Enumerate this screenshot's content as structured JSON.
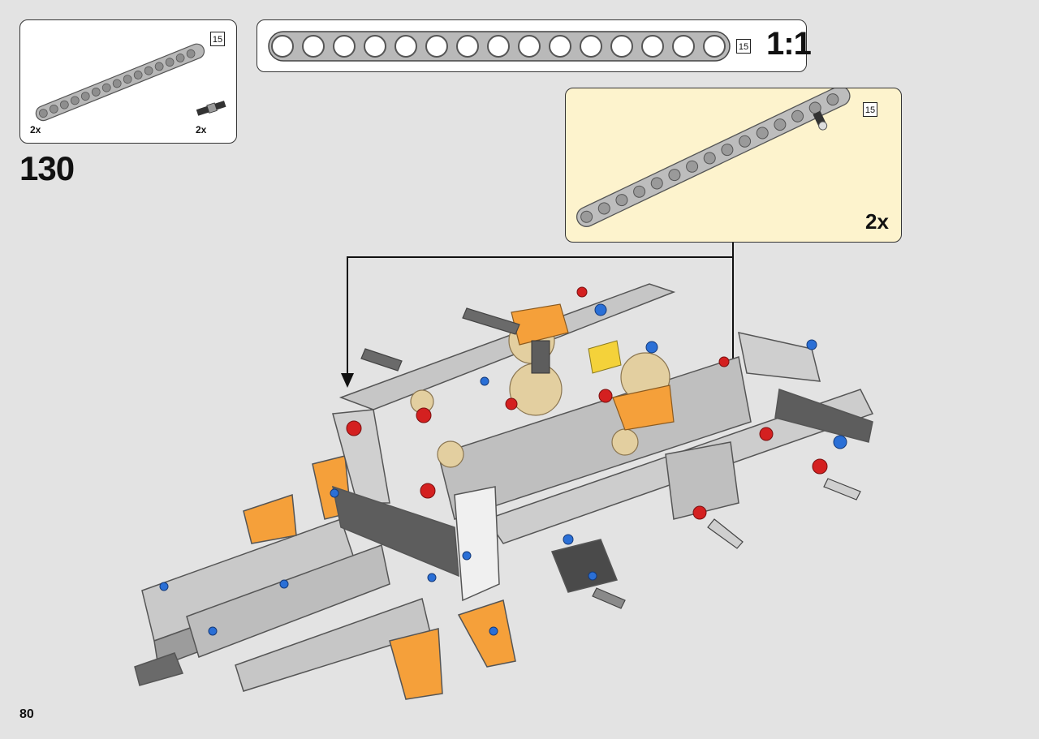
{
  "step": {
    "number": "130"
  },
  "page": {
    "number": "80"
  },
  "parts_list": {
    "items": [
      {
        "icon": "liftarm-15-icon",
        "length_label": "15",
        "quantity": "2x"
      },
      {
        "icon": "axle-pin-connector-icon",
        "quantity": "2x"
      }
    ]
  },
  "scale_ruler": {
    "length_label": "15",
    "scale": "1:1"
  },
  "subassembly": {
    "length_label": "15",
    "quantity": "2x",
    "background": "#fdf3cd"
  },
  "colors": {
    "light_gray": "#b8b8b8",
    "dark_gray": "#5d5d5d",
    "orange": "#f5a03a",
    "tan": "#e3cfa0",
    "red": "#d42020",
    "blue": "#2a6fd6",
    "yellow": "#f4d23a"
  }
}
